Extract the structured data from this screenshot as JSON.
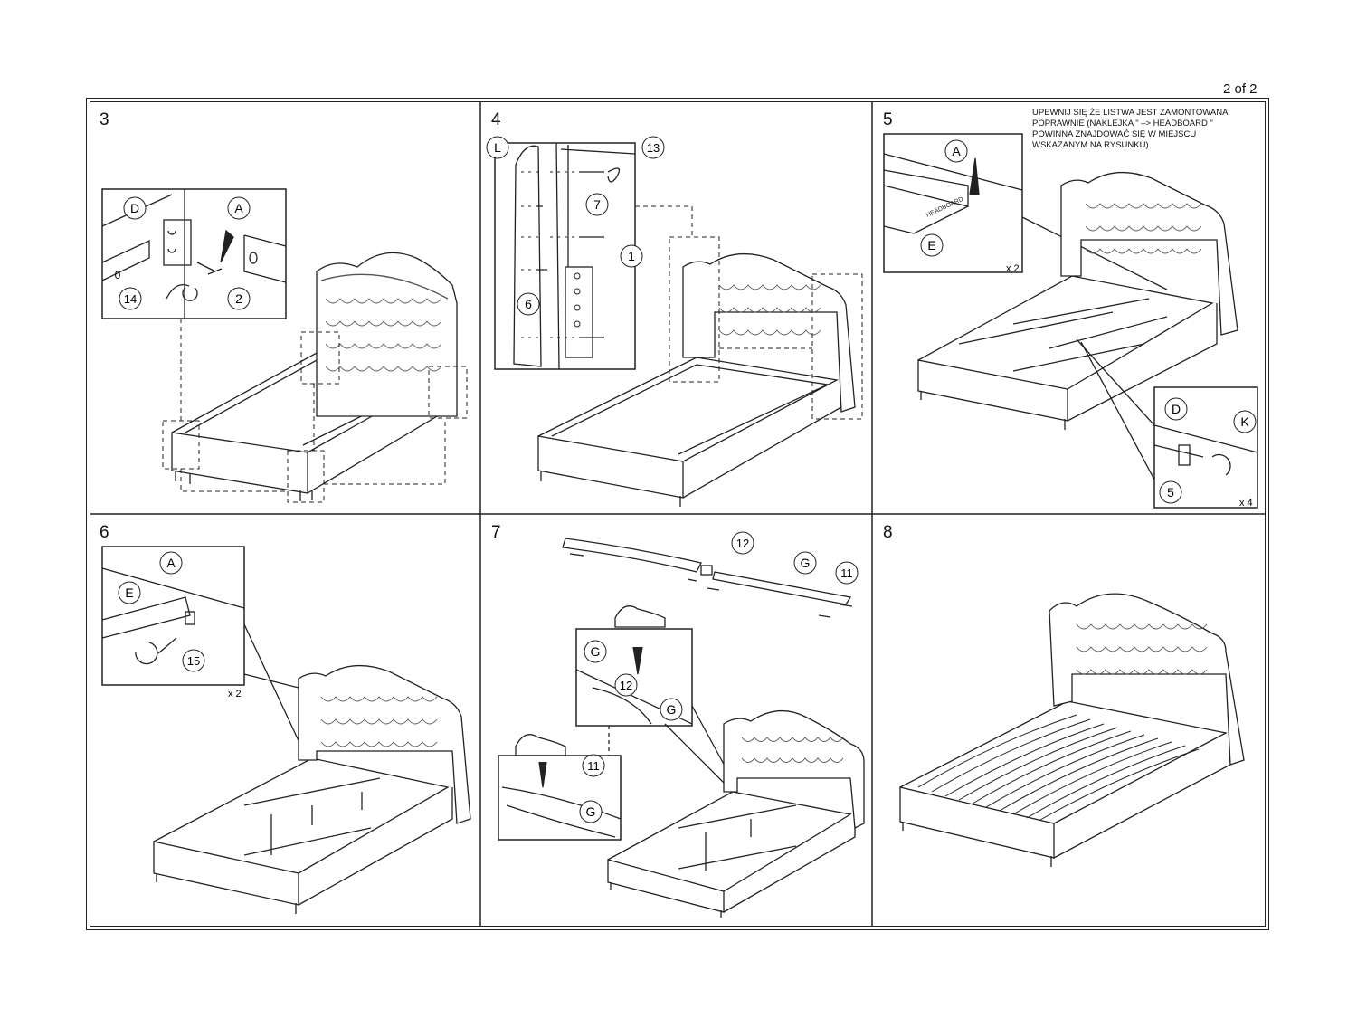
{
  "page_indicator": "2 of 2",
  "steps": [
    "3",
    "4",
    "5",
    "6",
    "7",
    "8"
  ],
  "note_lines": [
    "UPEWNIJ SIĘ ŻE LISTWA JEST ZAMONTOWANA",
    "POPRAWNIE (NAKLEJKA \" –> HEADBOARD \"",
    "POWINNA ZNAJDOWAĆ SIĘ W MIEJSCU",
    "WSKAZANYM NA RYSUNKU)"
  ],
  "callouts": {
    "p3": [
      "D",
      "A",
      "0",
      "14",
      "2"
    ],
    "p4": [
      "L",
      "13",
      "7",
      "1",
      "6"
    ],
    "p5": [
      "A",
      "E",
      "x 2",
      "D",
      "K",
      "5",
      "x 4"
    ],
    "p6": [
      "A",
      "E",
      "15",
      "x 2"
    ],
    "p7": [
      "12",
      "G",
      "11",
      "G",
      "12",
      "G",
      "11",
      "G"
    ]
  },
  "sticker_text": "HEADBOARD"
}
